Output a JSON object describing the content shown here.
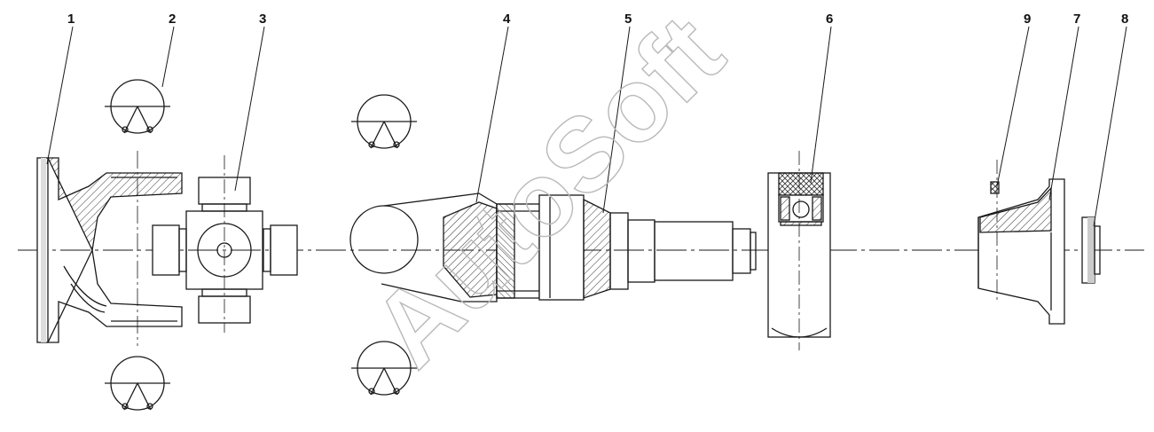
{
  "diagram": {
    "callouts": [
      "1",
      "2",
      "3",
      "4",
      "5",
      "6",
      "9",
      "7",
      "8"
    ],
    "watermark": "AutoSoft"
  },
  "colors": {
    "line": "#1a1a1a",
    "hatch": "#333333",
    "watermark": "#b9b9b9",
    "background": "#ffffff"
  }
}
